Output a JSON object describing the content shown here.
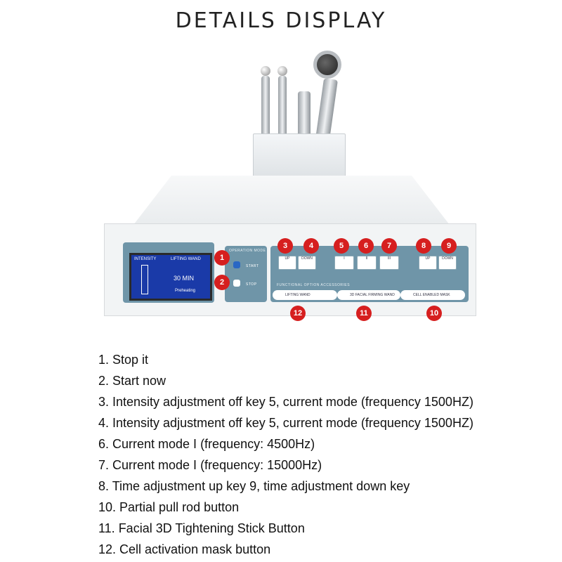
{
  "title": "DETAILS DISPLAY",
  "device": {
    "screen": {
      "intensity_label": "INTENSITY",
      "mode_label": "LIFTING WAND",
      "time_display": "30 MIN",
      "status": "Preheating"
    },
    "operation_mode_label": "OPERATION MODE",
    "start_label": "START",
    "stop_label": "STOP",
    "change_up": "UP",
    "change_down": "DOWN",
    "freq_keys": [
      "I",
      "II",
      "III"
    ],
    "accessories_label": "FUNCTIONAL OPTION ACCESSORIES",
    "options": [
      "LIFTING WAND",
      "3D FACIAL FIRMING WAND",
      "CELL ENABLED MASK"
    ]
  },
  "markers": [
    "1",
    "2",
    "3",
    "4",
    "5",
    "6",
    "7",
    "8",
    "9",
    "12",
    "11",
    "10"
  ],
  "items": [
    "1. Stop it",
    "2. Start now",
    "3. Intensity adjustment off key 5, current mode (frequency 1500HZ)",
    "4. Intensity adjustment off key 5, current mode (frequency 1500HZ)",
    "6. Current mode I (frequency: 4500Hz)",
    "7. Current mode I (frequency: 15000Hz)",
    "8. Time adjustment up key 9, time adjustment down key",
    "10. Partial pull rod button",
    "11. Facial 3D Tightening Stick Button",
    "12. Cell activation mask button"
  ],
  "colors": {
    "marker": "#d61f1f",
    "panel": "#6f95a8",
    "screen": "#1a3aa8"
  }
}
